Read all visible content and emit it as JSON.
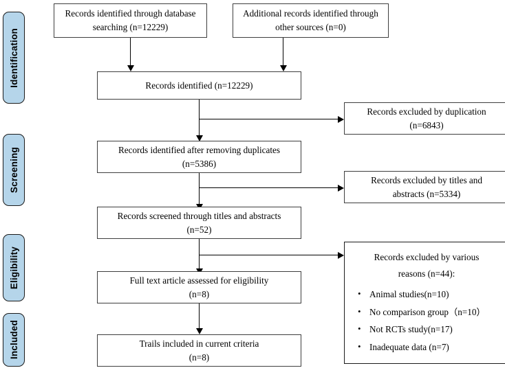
{
  "diagram": {
    "title": "PRISMA study selection flow diagram",
    "accent_color": "#b5d5ea",
    "border_color": "#3d3d3d",
    "line_color": "#000000",
    "background": "#ffffff"
  },
  "stages": [
    {
      "label": "Identification"
    },
    {
      "label": "Screening"
    },
    {
      "label": "Eligibility"
    },
    {
      "label": "Included"
    }
  ],
  "boxes": {
    "database_search": {
      "line1": "Records identified through database",
      "line2": "searching (n=12229)"
    },
    "other_sources": {
      "line1": "Additional records identified through",
      "line2": "other sources (n=0)"
    },
    "records_identified": {
      "line1": "Records identified  (n=12229)"
    },
    "after_duplicates": {
      "line1": "Records identified after removing duplicates",
      "line2": "(n=5386)"
    },
    "screened_titles": {
      "line1": "Records screened through titles and abstracts",
      "line2": "(n=52)"
    },
    "full_text": {
      "line1": "Full text article assessed for eligibility",
      "line2": "(n=8)"
    },
    "included": {
      "line1": "Trails included in current criteria",
      "line2": "(n=8)"
    },
    "excluded_duplication": {
      "line1": "Records excluded by duplication",
      "line2": "(n=6843)"
    },
    "excluded_titles": {
      "line1": "Records excluded by titles and",
      "line2": "abstracts  (n=5334)"
    },
    "excluded_reasons": {
      "head_line1": "Records excluded by various",
      "head_line2": "reasons (n=44):",
      "items": [
        "Animal studies(n=10)",
        "No comparison group（n=10）",
        "Not RCTs study(n=17)",
        "Inadequate data (n=7)"
      ]
    }
  },
  "counts": {
    "database_search": 12229,
    "other_sources": 0,
    "records_identified": 12229,
    "excluded_duplication": 6843,
    "after_duplicates": 5386,
    "excluded_titles": 5334,
    "screened_titles": 52,
    "excluded_reasons_total": 44,
    "animal_studies": 10,
    "no_comparison_group": 10,
    "not_rcts": 17,
    "inadequate_data": 7,
    "full_text": 8,
    "included": 8
  }
}
